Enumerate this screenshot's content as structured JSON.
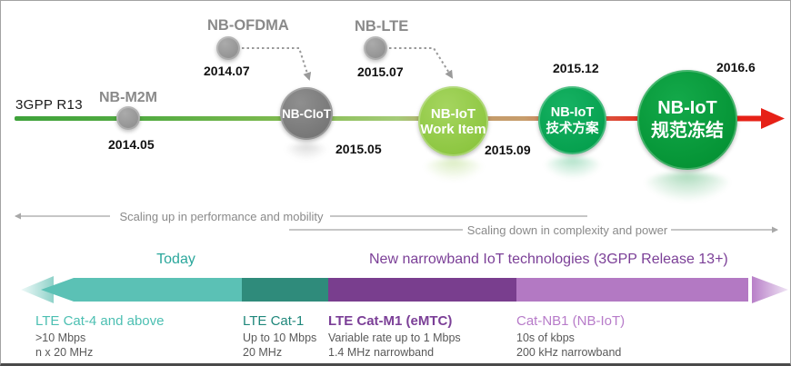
{
  "timeline": {
    "label": "3GPP R13",
    "milestones": [
      {
        "name": "NB-M2M",
        "date": "2014.05"
      },
      {
        "name": "NB-OFDMA",
        "date": "2014.07"
      },
      {
        "name": "NB-CIoT",
        "date": "2015.05"
      },
      {
        "name": "NB-LTE",
        "date": "2015.07"
      },
      {
        "line1": "NB-IoT",
        "line2": "Work Item",
        "date": "2015.09"
      },
      {
        "line1": "NB-IoT",
        "line2": "技术方案",
        "date": "2015.12"
      },
      {
        "line1": "NB-IoT",
        "line2": "规范冻结",
        "date": "2016.6"
      }
    ]
  },
  "scaling": {
    "up": "Scaling up in performance and mobility",
    "down": "Scaling down in complexity and power"
  },
  "bands": {
    "today": "Today",
    "new_tech": "New narrowband IoT technologies (3GPP Release 13+)"
  },
  "categories": [
    {
      "title": "LTE Cat-4 and above",
      "line1": ">10 Mbps",
      "line2": "n x 20 MHz",
      "color": "#4cbfb2"
    },
    {
      "title": "LTE Cat-1",
      "line1": "Up to 10 Mbps",
      "line2": "20 MHz",
      "color": "#1f877b"
    },
    {
      "title": "LTE Cat-M1 (eMTC)",
      "line1": "Variable rate up to 1 Mbps",
      "line2": "1.4 MHz narrowband",
      "color": "#7b3f97"
    },
    {
      "title": "Cat-NB1 (NB-IoT)",
      "line1": "10s of kbps",
      "line2": "200 kHz narrowband",
      "color": "#b77bc9"
    }
  ],
  "colors": {
    "line_green": "#3ea23a",
    "line_tan": "#c79d6b",
    "line_red": "#e62117",
    "circle_gray": "#8a8a8a",
    "circle_work_item": "#8cc63e",
    "circle_tech": "#009a47",
    "circle_freeze": "#008c2e",
    "bar_teal_light": "#5bc1b5",
    "bar_teal_dark": "#2f8b7b",
    "bar_purple_dark": "#793e8e",
    "bar_purple_light": "#b379c3"
  }
}
